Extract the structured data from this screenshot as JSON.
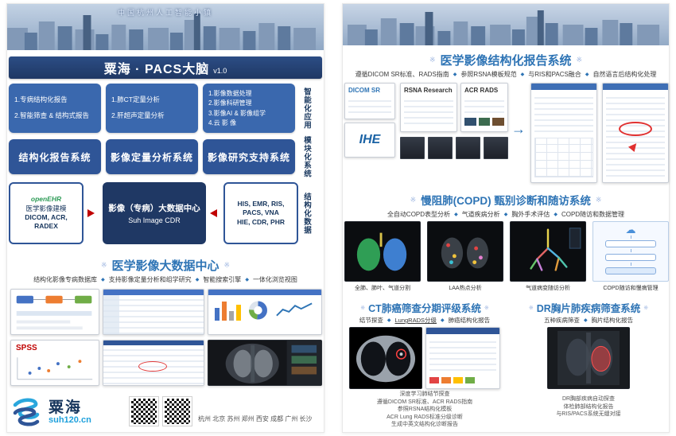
{
  "ui": {
    "marker": "※",
    "bullet": "◆",
    "icons": {
      "arrow_right": "→",
      "cloud": "☁"
    }
  },
  "left": {
    "banner": "中国杭州人工智能小镇",
    "title": "粟海 · PACS大脑",
    "version": "v1.0",
    "grid": {
      "apps": [
        {
          "lines": [
            "1.专病结构化报告",
            "2.智能筛查 & 结构式报告"
          ]
        },
        {
          "lines": [
            "1.肺CT定量分析",
            "2.肝超声定量分析"
          ]
        },
        {
          "lines": [
            "1.影像数据处理",
            "2.影像科研管理",
            "3.影像AI & 影像组学",
            "4.云 影 像"
          ]
        }
      ],
      "side_labels": [
        "智能化应用",
        "模块化系统",
        "结构化数据"
      ],
      "systems": [
        "结构化报告系统",
        "影像定量分析系统",
        "影像研究支持系统"
      ],
      "data_left": {
        "l1": "openEHR",
        "l2": "医学影像建模",
        "l3": "DICOM, ACR,",
        "l4": "RADEX"
      },
      "data_center": {
        "l1": "影像（专病）大数据中心",
        "l2": "Suh Image CDR"
      },
      "data_right": {
        "l1": "HIS, EMR, RIS,",
        "l2": "PACS, VNA",
        "l3": "HIE, CDR, PHR"
      }
    },
    "bigdata": {
      "title": "医学影像大数据中心",
      "features": [
        "结构化影像专病数据库",
        "支持影像定量分析和组学研究",
        "智能搜索引擎",
        "一体化浏览视图"
      ]
    },
    "collage": {
      "spss_label": "SPSS"
    },
    "footer": {
      "brand": "粟海",
      "url": "suh120.cn",
      "cities": "杭州  北京  苏州  郑州  西安  成都  广州  长沙"
    }
  },
  "right": {
    "sr": {
      "title": "医学影像结构化报告系统",
      "features": [
        "遵循DICOM SR标准、RADS指南",
        "参照RSNA模板规范",
        "与RIS和PACS融合",
        "自然语言后结构化处理"
      ],
      "cards": {
        "dicom": "DICOM SR",
        "ihe": "IHE",
        "rsna": "RSNA Research",
        "acr": "ACR RADS"
      }
    },
    "copd": {
      "title": "慢阻肺(COPD) 甄别诊断和随访系统",
      "features": [
        "全自动COPD表型分析",
        "气道疾病分析",
        "胸外手术评估",
        "COPD随访和数据管理"
      ],
      "captions": [
        "全肺、肺叶、气道分割",
        "LAA热点分析",
        "气道病变随访分析",
        "COPD随访和慢病管理"
      ]
    },
    "ct": {
      "title": "CT肺癌筛查分期评级系统",
      "features": [
        "结节探查",
        "LungRADS分级",
        "肺癌结构化报告"
      ],
      "notes": [
        "深度学习肺结节探查",
        "遵循DICOM SR标准、ACR RADS指南",
        "参照RSNA结构化模板",
        "ACR Lung RADS标准分级诊断",
        "生成中英文结构化诊断报告"
      ]
    },
    "dr": {
      "title": "DR胸片肺疾病筛查系统",
      "features": [
        "五种疾病筛查",
        "胸片结构化报告"
      ],
      "notes": [
        "DR胸部疾病自动探查",
        "体检肺部结构化报告",
        "与RIS/PACS系统无缝对接"
      ]
    }
  }
}
